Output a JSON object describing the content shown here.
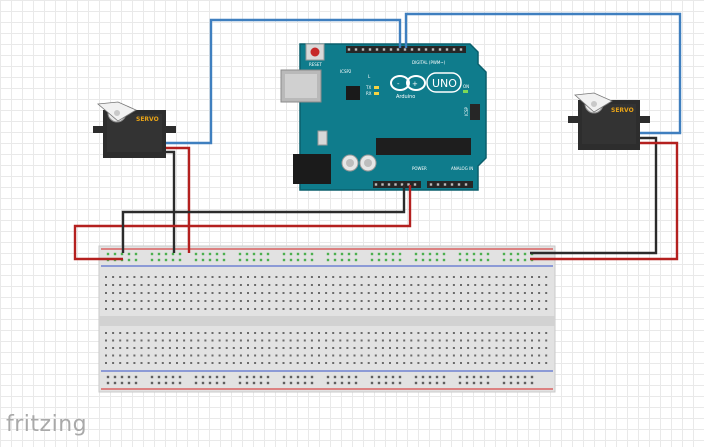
{
  "app": {
    "brand": "fritzing"
  },
  "arduino": {
    "reset_label": "RESET",
    "icsp2_label": "ICSP2",
    "logo_word": "UNO",
    "logo_subtext": "Arduino",
    "digital_label": "DIGITAL (PWM~)",
    "power_label": "POWER",
    "analog_label": "ANALOG IN",
    "icsp_label": "ICSP",
    "tx_label": "TX",
    "rx_label": "RX",
    "l_label": "L",
    "on_label": "ON"
  },
  "servo_left": {
    "label": "SERVO"
  },
  "servo_right": {
    "label": "SERVO"
  },
  "colors": {
    "board": "#0f7c8c",
    "board_dark": "#0a5f6c",
    "signal_wire": "#3f7fbf",
    "power_wire": "#b4201f",
    "ground_wire": "#2b2b2b",
    "servo_body": "#2d2d2d",
    "servo_label": "#e8a317",
    "breadboard": "#e4e4e4",
    "rail_red": "#d84a4a",
    "rail_blue": "#5a6fd0",
    "hole_green": "#4caf50"
  }
}
